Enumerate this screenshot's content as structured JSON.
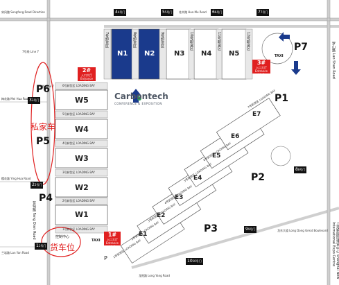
{
  "roads": {
    "songfeng": "宋风路 Songfeng Road Direction",
    "huamu": "花木路 Hua Mu Road",
    "meihua": "梅花路 Mei Hua Road",
    "yinghua": "樱花路 Ying Hua Road",
    "lanyan": "兰岩路 Lan Yan Road",
    "fangdian": "芳甸路 Fang Dian Road",
    "longyang": "龙阳路 Long Yang Road",
    "luoshan": "罗山路 Luo Shan Road",
    "longdong": "龙东大道 Long Dong Great Boulevard",
    "center": "上海新国际博览中心 Shanghai New International Expo Centre",
    "metro7": "7号线 Line 7",
    "metro7b": "7号线 Line 7"
  },
  "halls": {
    "n": [
      "N1",
      "N2",
      "N3",
      "N4",
      "N5"
    ],
    "w": [
      "W5",
      "W4",
      "W3",
      "W2",
      "W1"
    ],
    "e": [
      "E1",
      "E2",
      "E3",
      "E4",
      "E5",
      "E6",
      "E7"
    ]
  },
  "loading": {
    "w": [
      "6号卸货区 LOADING BAY",
      "5号卸货区 LOADING BAY",
      "4号卸货区 LOADING BAY",
      "3号卸货区 LOADING BAY",
      "2号卸货区 LOADING BAY",
      "1号卸货区 LOADING BAY"
    ],
    "e": [
      "1号卸货区 LOADING BAY",
      "2号卸货区 LOADING BAY",
      "3号卸货区 LOADING BAY",
      "4号卸货区 LOADING BAY",
      "5号卸货区 LOADING BAY",
      "6号卸货区 LOADING BAY",
      "7号卸货区 LOADING BAY"
    ],
    "n": [
      "7号卸货区",
      "8号卸货区",
      "9号卸货区",
      "10号卸货区",
      "11号卸货区",
      "12号卸货区"
    ]
  },
  "parking": [
    "P1",
    "P2",
    "P3",
    "P4",
    "P5",
    "P6",
    "P7"
  ],
  "gates": [
    "1号门",
    "2号门",
    "3号门",
    "4号门",
    "5号门",
    "6号门",
    "7号门",
    "8号门",
    "9号门",
    "10号门"
  ],
  "gate_nums": [
    "1",
    "2",
    "3",
    "4",
    "5",
    "6",
    "7",
    "8",
    "9",
    "10"
  ],
  "entrances": [
    {
      "num": "1#",
      "label": "入口大厅 Entrance Hall"
    },
    {
      "num": "2#",
      "label": "入口大厅 Entrance Hall"
    },
    {
      "num": "3#",
      "label": "入口大厅 Entrance Hall"
    }
  ],
  "logo": {
    "name": "Carbontech",
    "sub": "CONFERENCE & EXPOSITION"
  },
  "notes": {
    "private_car": "私家车",
    "truck": "货车位",
    "control": "控制中心"
  },
  "misc": {
    "taxi": "TAXI",
    "p_bus": "P"
  },
  "colors": {
    "blue": "#1a3a8c",
    "red": "#e02020",
    "gray": "#d9d9d9",
    "logo_gray": "#4d5663",
    "logo_green": "#2f9e58"
  }
}
